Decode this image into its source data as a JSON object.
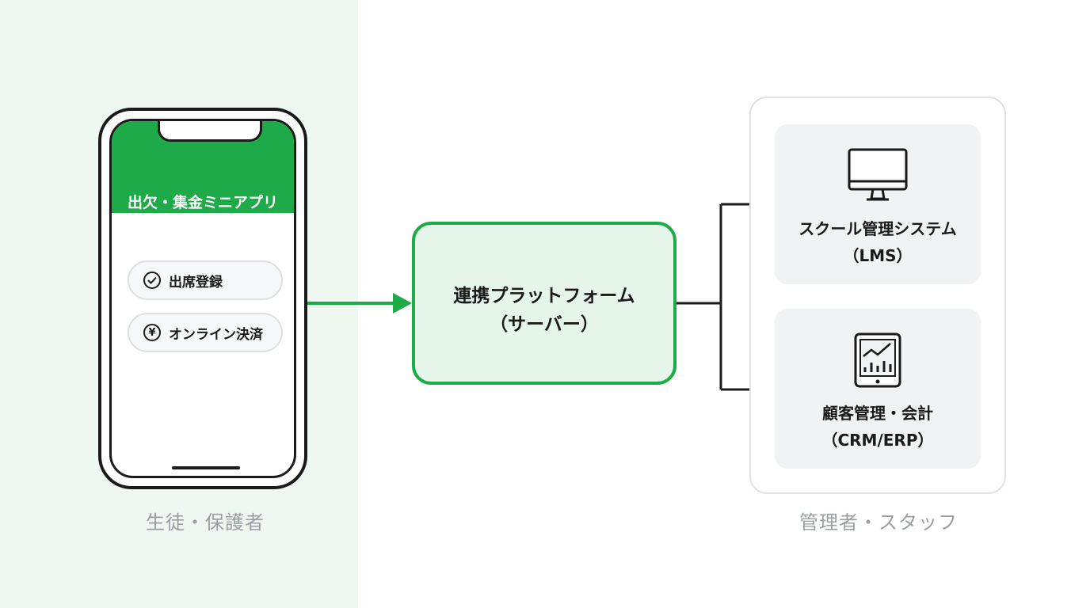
{
  "user_side": {
    "caption": "生徒・保護者",
    "app": {
      "title": "出欠・集金ミニアプリ",
      "buttons": [
        {
          "label": "出席登録",
          "icon": "check-circle-icon"
        },
        {
          "label": "オンライン決済",
          "icon": "yen-circle-icon",
          "icon_glyph": "¥"
        }
      ]
    }
  },
  "platform": {
    "line1": "連携プラットフォーム",
    "line2": "（サーバー）"
  },
  "admin_side": {
    "caption": "管理者・スタッフ",
    "systems": [
      {
        "line1": "スクール管理システム",
        "line2": "（LMS）",
        "icon": "desktop-monitor-icon"
      },
      {
        "line1": "顧客管理・会計",
        "line2": "（CRM/ERP）",
        "icon": "tablet-chart-icon"
      }
    ]
  },
  "colors": {
    "accent": "#1faa4a",
    "panel_bg": "#eef8f0",
    "platform_bg": "#e6f5e9",
    "card_bg": "#f1f2f4"
  }
}
